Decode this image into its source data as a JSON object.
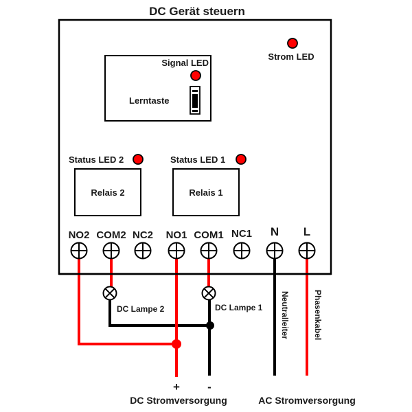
{
  "title": "DC Gerät steuern",
  "colors": {
    "led": "#ff0000",
    "live_wire": "#ff0000",
    "neutral_wire": "#000000",
    "outline": "#000000"
  },
  "leds": {
    "strom": "Strom LED",
    "signal": "Signal LED",
    "status2": "Status LED 2",
    "status1": "Status LED 1"
  },
  "button": {
    "label": "Lerntaste"
  },
  "relays": [
    {
      "label": "Relais 2"
    },
    {
      "label": "Relais 1"
    }
  ],
  "terminals": [
    {
      "label": "NO2"
    },
    {
      "label": "COM2"
    },
    {
      "label": "NC2"
    },
    {
      "label": "NO1"
    },
    {
      "label": "COM1"
    },
    {
      "label": "NC1"
    },
    {
      "label": "N"
    },
    {
      "label": "L"
    }
  ],
  "lamps": [
    {
      "label": "DC Lampe 2"
    },
    {
      "label": "DC Lampe 1"
    }
  ],
  "wires": {
    "neutral": "Neutralleiter",
    "phase": "Phasenkabel"
  },
  "polarity": {
    "plus": "+",
    "minus": "-"
  },
  "supplies": {
    "dc": "DC Stromversorgung",
    "ac": "AC Stromversorgung"
  }
}
